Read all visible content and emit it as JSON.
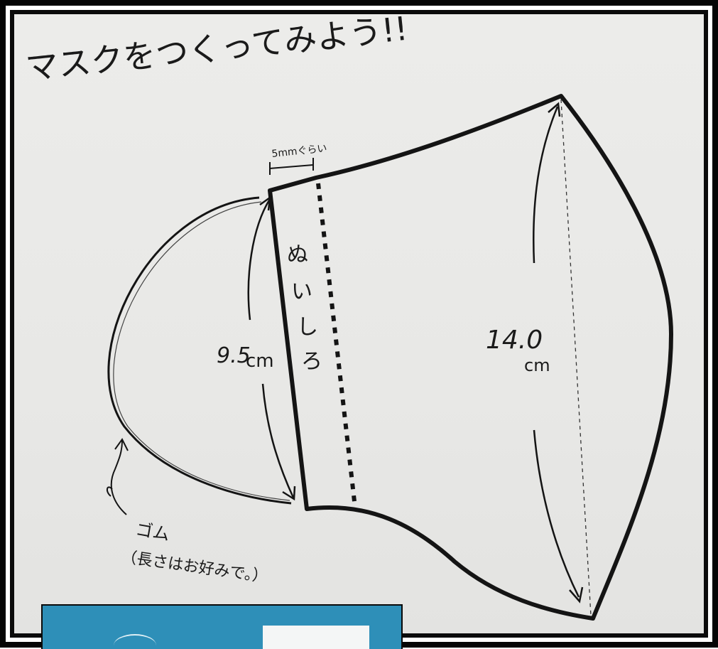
{
  "title": "マスクをつくってみよう!!",
  "labels": {
    "seam_width": "5mmぐらい",
    "seam_allowance": [
      "ぬ",
      "い",
      "し",
      "ろ"
    ],
    "left_height_value": "9.5",
    "left_height_unit": "cm",
    "right_height_value": "14.0",
    "right_height_unit": "cm",
    "elastic": "ゴム",
    "elastic_note": "（長さはお好みで。）"
  },
  "colors": {
    "frame": "#050505",
    "paper": "#e9e9e7",
    "ink": "#141414",
    "photo_blue": "#2e8fb8"
  }
}
